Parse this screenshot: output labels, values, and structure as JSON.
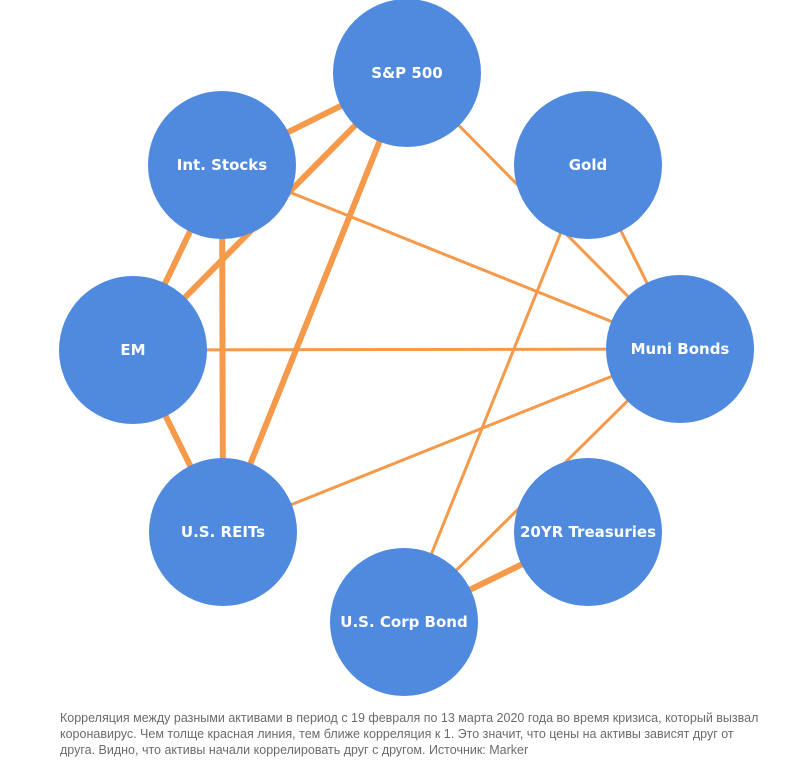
{
  "diagram": {
    "node_color": "#4f8ade",
    "edge_color": "#f59a4a",
    "label_color": "#ffffff",
    "nodes": [
      {
        "id": "sp500",
        "label": "S&P 500"
      },
      {
        "id": "intstocks",
        "label": "Int. Stocks"
      },
      {
        "id": "gold",
        "label": "Gold"
      },
      {
        "id": "em",
        "label": "EM"
      },
      {
        "id": "munibonds",
        "label": "Muni Bonds"
      },
      {
        "id": "usreits",
        "label": "U.S. REITs"
      },
      {
        "id": "treasuries",
        "label": "20YR Treasuries"
      },
      {
        "id": "corpbond",
        "label": "U.S. Corp Bond"
      }
    ],
    "edges": [
      {
        "from": "sp500",
        "to": "intstocks",
        "strength": "strong"
      },
      {
        "from": "sp500",
        "to": "em",
        "strength": "strong"
      },
      {
        "from": "sp500",
        "to": "usreits",
        "strength": "strong"
      },
      {
        "from": "intstocks",
        "to": "em",
        "strength": "strong"
      },
      {
        "from": "intstocks",
        "to": "usreits",
        "strength": "strong"
      },
      {
        "from": "em",
        "to": "usreits",
        "strength": "strong"
      },
      {
        "from": "corpbond",
        "to": "treasuries",
        "strength": "strong"
      },
      {
        "from": "sp500",
        "to": "munibonds",
        "strength": "weak"
      },
      {
        "from": "intstocks",
        "to": "munibonds",
        "strength": "weak"
      },
      {
        "from": "em",
        "to": "munibonds",
        "strength": "weak"
      },
      {
        "from": "usreits",
        "to": "munibonds",
        "strength": "weak"
      },
      {
        "from": "gold",
        "to": "munibonds",
        "strength": "weak"
      },
      {
        "from": "gold",
        "to": "corpbond",
        "strength": "weak"
      },
      {
        "from": "munibonds",
        "to": "corpbond",
        "strength": "weak"
      },
      {
        "from": "treasuries",
        "to": "corpbond",
        "strength": "weak"
      }
    ]
  },
  "caption": "Корреляция между разными активами в период с 19 февраля по 13 марта 2020 года во время кризиса, который вызвал коронавирус. Чем толще красная линия, тем ближе корреляция к 1. Это значит, что цены на активы зависят друг от друга. Видно, что активы начали коррелировать друг с другом. Источник: Marker"
}
